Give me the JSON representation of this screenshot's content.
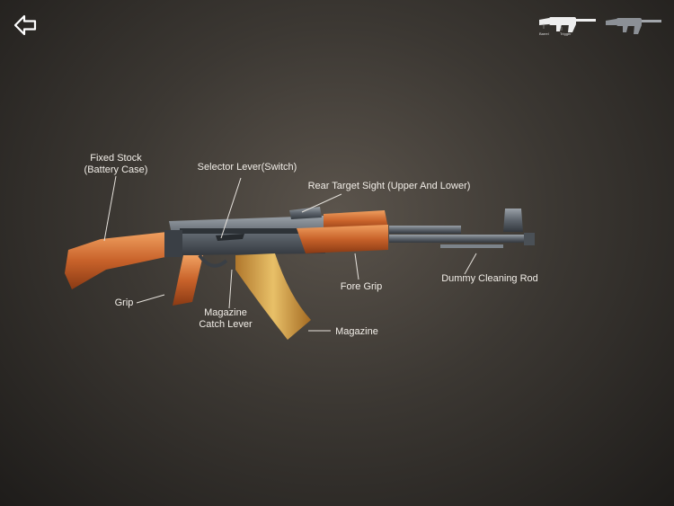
{
  "labels": {
    "fixed_stock": "Fixed Stock\n(Battery Case)",
    "selector_lever": "Selector Lever(Switch)",
    "rear_sight": "Rear Target Sight (Upper And Lower)",
    "grip": "Grip",
    "magazine_catch": "Magazine\nCatch Lever",
    "magazine": "Magazine",
    "fore_grip": "Fore Grip",
    "cleaning_rod": "Dummy Cleaning Rod"
  },
  "thumbnails": {
    "first_captions": [
      "Barrel",
      "Trigger"
    ]
  },
  "colors": {
    "wood": "#c8622a",
    "metal": "#5d646c",
    "magazine": "#d2a24a"
  }
}
